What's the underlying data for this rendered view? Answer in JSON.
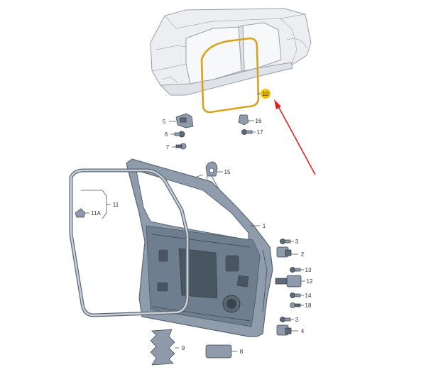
{
  "diagram": {
    "callouts": [
      {
        "id": "c10",
        "label": "10",
        "highlight": true
      },
      {
        "id": "c5",
        "label": "5"
      },
      {
        "id": "c6",
        "label": "6"
      },
      {
        "id": "c7",
        "label": "7"
      },
      {
        "id": "c16",
        "label": "16"
      },
      {
        "id": "c17",
        "label": "17"
      },
      {
        "id": "c15",
        "label": "15"
      },
      {
        "id": "c11",
        "label": "11"
      },
      {
        "id": "c11a",
        "label": "11A"
      },
      {
        "id": "c1",
        "label": "1"
      },
      {
        "id": "c3a",
        "label": "3"
      },
      {
        "id": "c2",
        "label": "2"
      },
      {
        "id": "c13",
        "label": "13"
      },
      {
        "id": "c12",
        "label": "12"
      },
      {
        "id": "c14",
        "label": "14"
      },
      {
        "id": "c18",
        "label": "18"
      },
      {
        "id": "c3b",
        "label": "3"
      },
      {
        "id": "c4",
        "label": "4"
      },
      {
        "id": "c9",
        "label": "9"
      },
      {
        "id": "c8",
        "label": "8"
      }
    ],
    "colors": {
      "highlight_seal": "#d8a21c",
      "highlight_badge": "#f2c200",
      "arrow": "#e02020",
      "door": "#8e9cab",
      "car_body": "#eceef1"
    },
    "icons": [
      "car-body-illustration",
      "door-illustration",
      "door-seal-illustration",
      "red-arrow-icon"
    ]
  }
}
